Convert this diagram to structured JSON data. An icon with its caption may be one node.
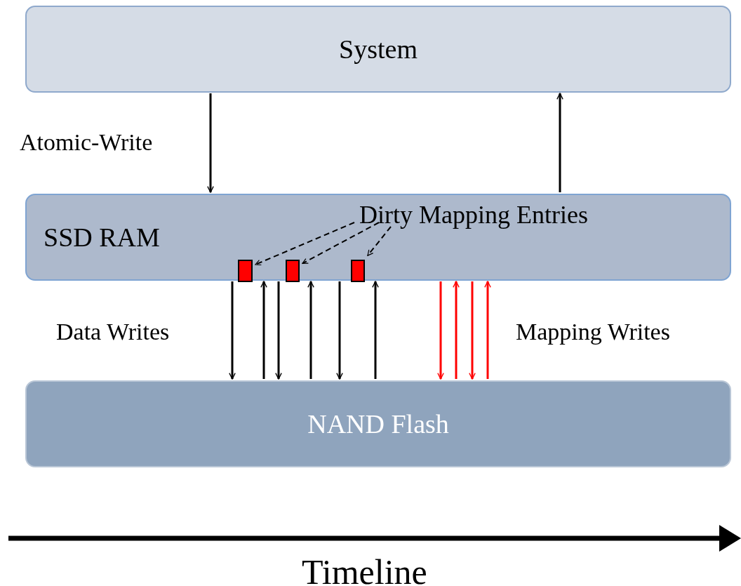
{
  "diagram": {
    "nodes": [
      {
        "text": [
          "System"
        ]
      },
      {
        "text": [
          "SSD RAM"
        ]
      },
      {
        "text": [
          "NAND Flash"
        ]
      },
      {
        "text": [
          "Dirty Mapping Entries"
        ],
        "in": 1
      },
      {
        "text": [],
        "shape": "box",
        "in": 1
      },
      {
        "text": [],
        "shape": "box",
        "in": 1
      },
      {
        "text": [],
        "shape": "box",
        "in": 1
      }
    ],
    "edges": [
      {
        "from": 0,
        "to": 1,
        "arrow": "to",
        "label": "Atomic-Write"
      },
      {
        "from": 1,
        "to": 0,
        "arrow": "to"
      },
      {
        "from": 3,
        "to": 4,
        "arrow": "to",
        "style": "dashed"
      },
      {
        "from": 3,
        "to": 5,
        "arrow": "to",
        "style": "dashed"
      },
      {
        "from": 3,
        "to": 6,
        "arrow": "to",
        "style": "dashed"
      },
      {
        "from": 1,
        "to": 2,
        "arrow": "to"
      },
      {
        "from": 2,
        "to": 1,
        "arrow": "to"
      },
      {
        "from": 1,
        "to": 2,
        "arrow": "to"
      },
      {
        "from": 2,
        "to": 1,
        "arrow": "to"
      },
      {
        "from": 1,
        "to": 2,
        "arrow": "to"
      },
      {
        "from": 2,
        "to": 1,
        "arrow": "to"
      },
      {
        "from": 1,
        "to": 2,
        "arrow": "to",
        "color": "#ff0000"
      },
      {
        "from": 2,
        "to": 1,
        "arrow": "to",
        "color": "#ff0000"
      },
      {
        "from": 1,
        "to": 2,
        "arrow": "to",
        "color": "#ff0000"
      },
      {
        "from": 2,
        "to": 1,
        "arrow": "to",
        "color": "#ff0000"
      }
    ],
    "labels": [
      "Data Writes",
      "Mapping Writes",
      "Timeline"
    ]
  }
}
